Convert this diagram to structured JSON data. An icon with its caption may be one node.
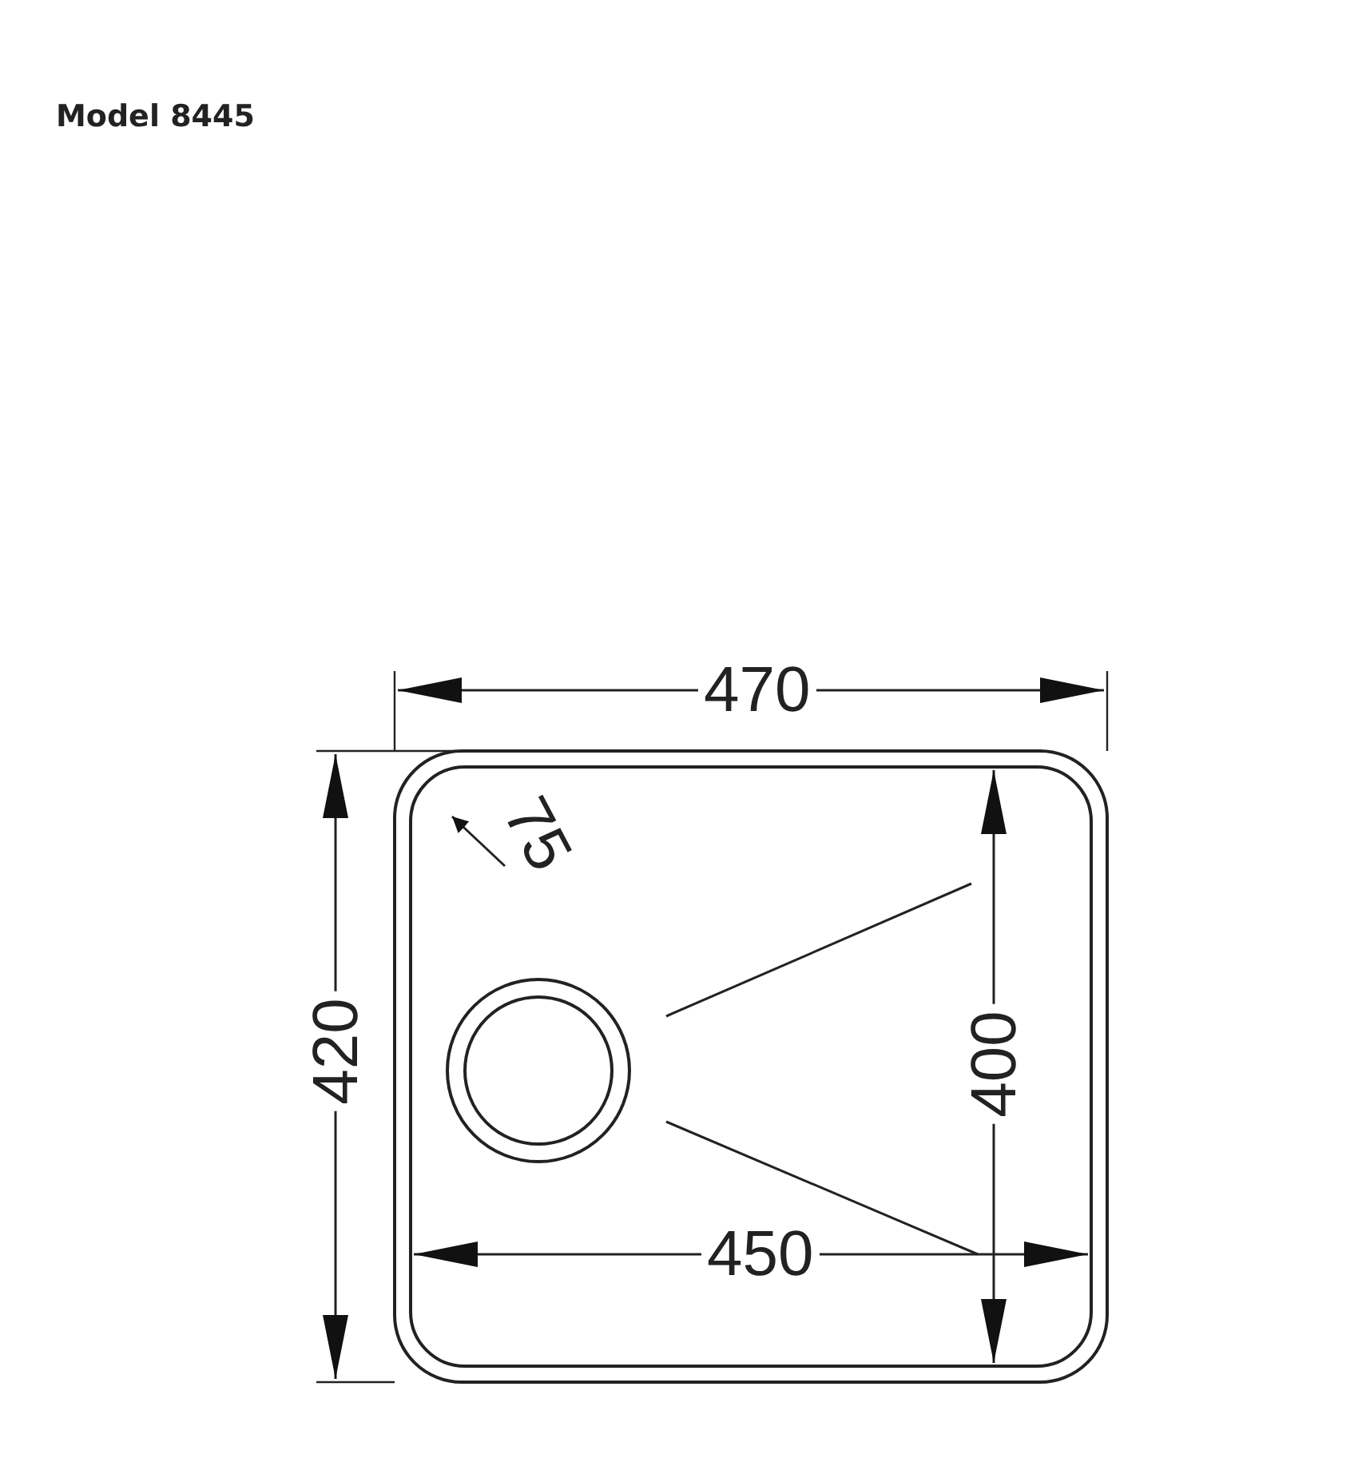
{
  "diagram": {
    "title": "Model 8445",
    "labels": [
      "470",
      "75",
      "420",
      "400",
      "450"
    ]
  }
}
